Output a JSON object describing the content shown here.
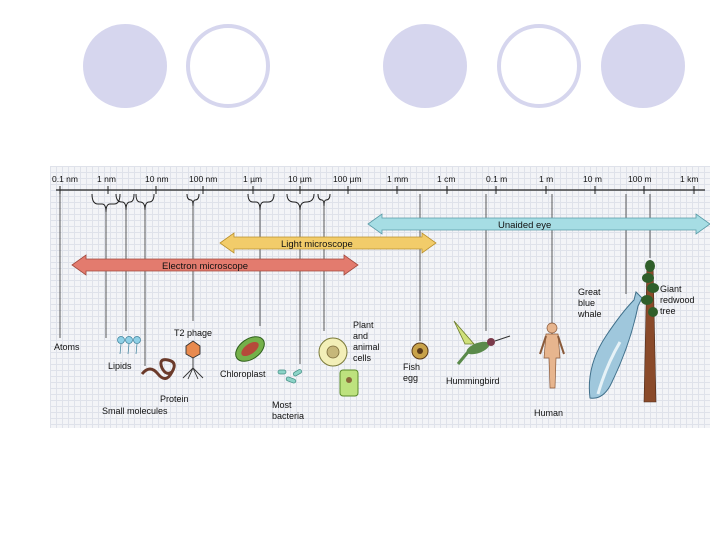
{
  "colors": {
    "circle_fill": "#d6d6ee",
    "electron_band": "#e37b6e",
    "light_band": "#f2cc6a",
    "unaided_band": "#a6dde4"
  },
  "scale": {
    "ticks": [
      "0.1 nm",
      "1 nm",
      "10 nm",
      "100 nm",
      "1 µm",
      "10 µm",
      "100 µm",
      "1 mm",
      "1 cm",
      "0.1 m",
      "1 m",
      "10 m",
      "100 m",
      "1 km"
    ]
  },
  "ranges": {
    "unaided": "Unaided eye",
    "light": "Light microscope",
    "electron": "Electron microscope"
  },
  "objects": {
    "atoms": "Atoms",
    "lipids": "Lipids",
    "protein": "Protein",
    "small_molecules": "Small molecules",
    "t2_phage": "T2 phage",
    "chloroplast": "Chloroplast",
    "most_bacteria": [
      "Most",
      "bacteria"
    ],
    "plant_animal_cells": [
      "Plant",
      "and",
      "animal",
      "cells"
    ],
    "fish_egg": [
      "Fish",
      "egg"
    ],
    "hummingbird": "Hummingbird",
    "human": "Human",
    "whale": [
      "Great",
      "blue",
      "whale"
    ],
    "redwood": [
      "Giant",
      "redwood",
      "tree"
    ]
  }
}
